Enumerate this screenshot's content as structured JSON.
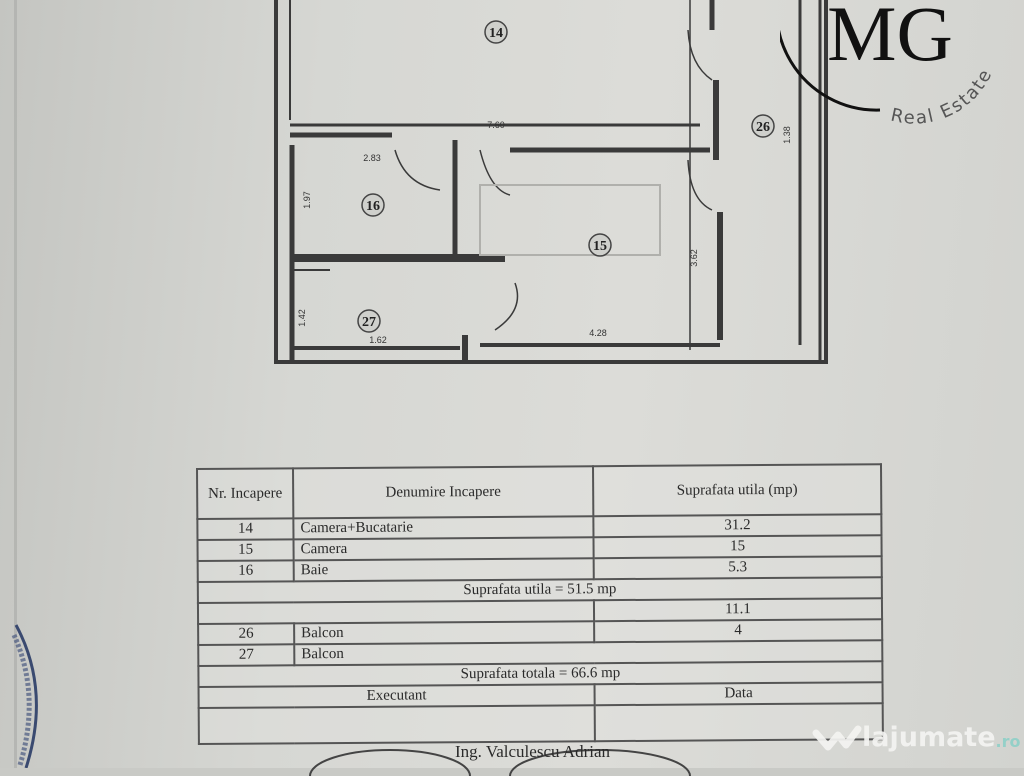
{
  "floor_plan": {
    "rooms": [
      {
        "id": "14",
        "label": "14"
      },
      {
        "id": "15",
        "label": "15"
      },
      {
        "id": "16",
        "label": "16"
      },
      {
        "id": "26",
        "label": "26"
      },
      {
        "id": "27",
        "label": "27"
      }
    ],
    "dimensions": {
      "top_wall": "7.60",
      "bath_width": "2.83",
      "bath_height": "1.97",
      "balcony27_height": "1.42",
      "balcony27_width": "1.62",
      "room15_width": "4.28",
      "room15_height": "3.62",
      "balcony26_height": "1.38"
    }
  },
  "logo": {
    "monogram": "MG",
    "tagline": "Real Estate"
  },
  "legend_table": {
    "headers": {
      "nr": "Nr. Incapere",
      "name": "Denumire Incapere",
      "area": "Suprafata utila (mp)"
    },
    "rows": [
      {
        "nr": "14",
        "name": "Camera+Bucatarie",
        "area": "31.2"
      },
      {
        "nr": "15",
        "name": "Camera",
        "area": "15"
      },
      {
        "nr": "16",
        "name": "Baie",
        "area": "5.3"
      }
    ],
    "useful_total": "Suprafata utila = 51.5 mp",
    "balcony_rows": [
      {
        "nr": "",
        "name": "",
        "area": "11.1"
      },
      {
        "nr": "26",
        "name": "Balcon",
        "area": "4"
      },
      {
        "nr": "27",
        "name": "Balcon",
        "area": ""
      }
    ],
    "grand_total": "Suprafata totala = 66.6 mp",
    "date_label": "Data",
    "executant_label": "Executant",
    "engineer": "Ing. Valculescu Adrian"
  },
  "watermark": {
    "brand": "lajumate",
    "tld": ".ro"
  }
}
